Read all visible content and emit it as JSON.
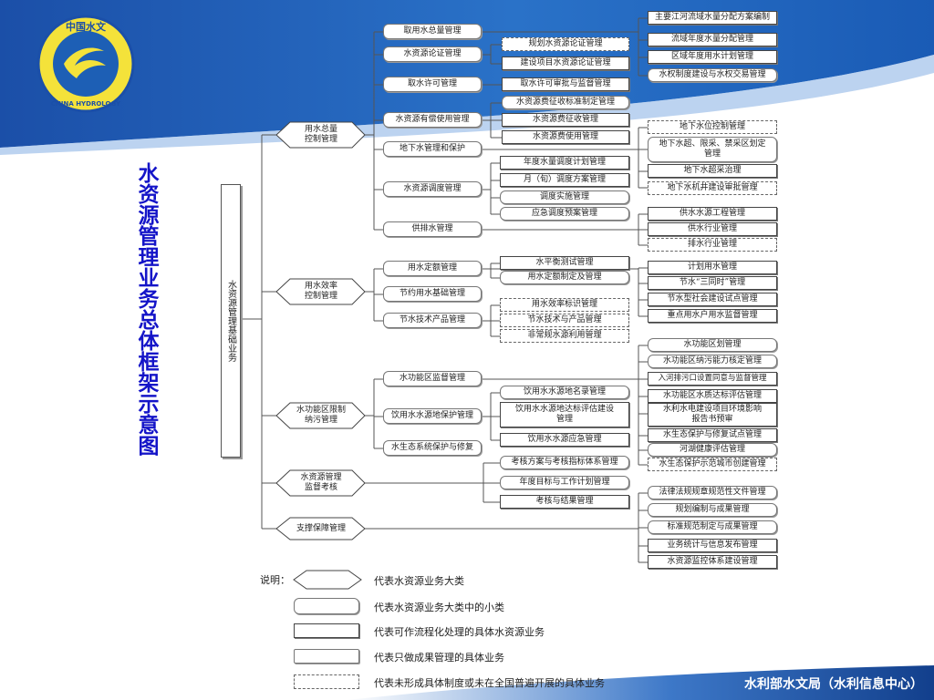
{
  "title": "水资源管理业务总体框架示意图",
  "root_label": "水资源管理基础业务",
  "logo": {
    "cn_text": "中国水文",
    "en_text": "CHINA HYDROLOGY",
    "icon": "china-hydrology-logo"
  },
  "footer": "水利部水文局（水利信息中心）",
  "colors": {
    "title": "#1414c8",
    "header_blue": "#1d5fb5",
    "footer_blue": "#123f8c"
  },
  "categories": [
    {
      "label": "用水总量\n控制管理"
    },
    {
      "label": "用水效率\n控制管理"
    },
    {
      "label": "水功能区限制\n纳污管理"
    },
    {
      "label": "水资源管理\n监督考核"
    },
    {
      "label": "支撑保障管理"
    }
  ],
  "subcats": [
    "取用水总量管理",
    "水资源论证管理",
    "取水许可管理",
    "水资源有偿使用管理",
    "地下水管理和保护",
    "水资源调度管理",
    "供排水管理",
    "用水定额管理",
    "节约用水基础管理",
    "节水技术产品管理",
    "水功能区监督管理",
    "饮用水水源地保护管理",
    "水生态系统保护与修复"
  ],
  "middle": [
    "规划水资源论证管理",
    "建设项目水资源论证管理",
    "取水许可审批与监督管理",
    "水资源费征收标准制定管理",
    "水资源费征收管理",
    "水资源费使用管理",
    "年度水量调度计划管理",
    "月（旬）调度方案管理",
    "调度实施管理",
    "应急调度预案管理",
    "水平衡测试管理",
    "用水定额制定及管理",
    "用水效率标识管理",
    "节水技术与产品管理",
    "非常规水源利用管理",
    "饮用水水源地名录管理",
    "饮用水水源地达标评估建设\n管理",
    "饮用水水源应急管理",
    "考核方案与考核指标体系管理",
    "年度目标与工作计划管理",
    "考核与结果管理"
  ],
  "right": [
    "主要江河流域水量分配方案编制",
    "流域年度水量分配管理",
    "区域年度用水计划管理",
    "水权制度建设与水权交易管理",
    "地下水位控制管理",
    "地下水超、限采、禁采区划定\n管理",
    "地下水超采治理",
    "地下水机井建设审批管理",
    "供水水源工程管理",
    "供水行业管理",
    "排水行业管理",
    "计划用水管理",
    "节水“三同时”管理",
    "节水型社会建设试点管理",
    "重点用水户用水监督管理",
    "水功能区划管理",
    "水功能区纳污能力核定管理",
    "入河排污口设置同意与监督管理",
    "水功能区水质达标评估管理",
    "水利水电建设项目环境影响\n报告书预审",
    "水生态保护与修复试点管理",
    "河湖健康评估管理",
    "水生态保护示范城市创建管理",
    "法律法规规章规范性文件管理",
    "规划编制与成果管理",
    "标准规范制定与成果管理",
    "业务统计与信息发布管理",
    "水资源监控体系建设管理"
  ],
  "legend": {
    "label": "说明：",
    "items": [
      "代表水资源业务大类",
      "代表水资源业务大类中的小类",
      "代表可作流程化处理的具体水资源业务",
      "代表只做成果管理的具体业务",
      "代表未形成具体制度或未在全国普遍开展的具体业务"
    ]
  }
}
